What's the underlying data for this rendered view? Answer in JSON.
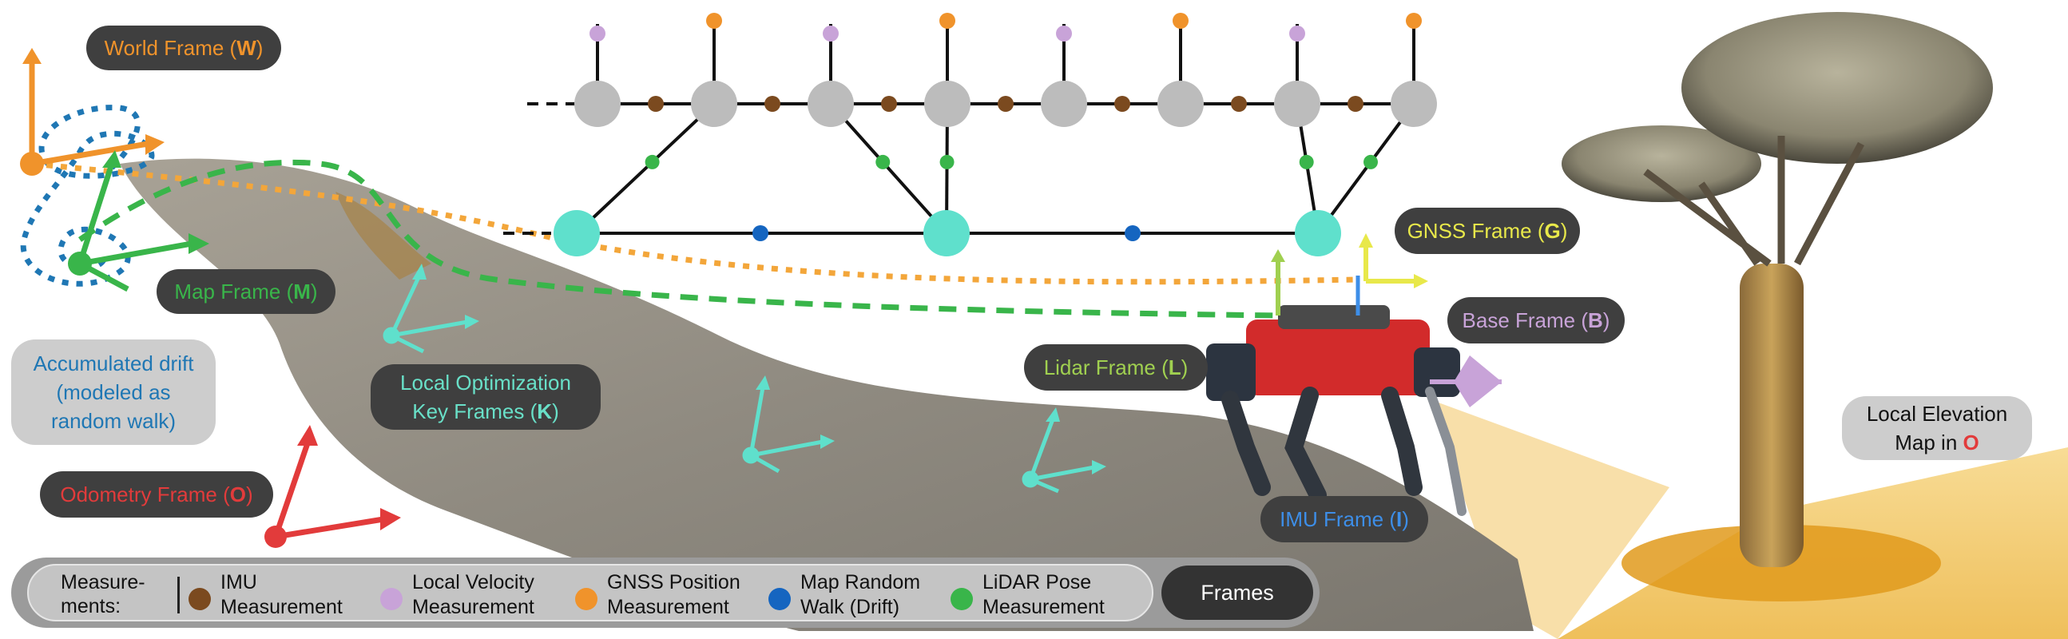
{
  "labels": {
    "world": {
      "prefix": "World Frame (",
      "key": "W",
      "suffix": ")",
      "color": "#f0932b",
      "key_color": "#f0932b"
    },
    "map": {
      "prefix": "Map Frame (",
      "key": "M",
      "suffix": ")",
      "color": "#39b54a",
      "key_color": "#39b54a"
    },
    "drift": {
      "line1": "Accumulated drift",
      "line2": "(modeled as",
      "line3": "random walk)",
      "color": "#1f77b4"
    },
    "odom": {
      "prefix": "Odometry Frame (",
      "key": "O",
      "suffix": ")",
      "color": "#e23b3b",
      "key_color": "#e23b3b"
    },
    "keyframes": {
      "line1": "Local Optimization",
      "line2_prefix": "Key Frames (",
      "key": "K",
      "suffix": ")",
      "color": "#69e0c8"
    },
    "gnss": {
      "prefix": "GNSS Frame (",
      "key": "G",
      "suffix": ")",
      "color": "#e8e84a",
      "key_color": "#e8e84a"
    },
    "base": {
      "prefix": "Base Frame (",
      "key": "B",
      "suffix": ")",
      "color": "#c8a3d8",
      "key_color": "#c8a3d8"
    },
    "lidar": {
      "prefix": "Lidar Frame (",
      "key": "L",
      "suffix": ")",
      "color": "#a0d050",
      "key_color": "#a0d050"
    },
    "imu": {
      "prefix": "IMU Frame (",
      "key": "I",
      "suffix": ")",
      "color": "#3d8ee8",
      "key_color": "#3d8ee8"
    },
    "elevation": {
      "line1": "Local Elevation",
      "line2_prefix": "Map in ",
      "key": "O",
      "key_color": "#e23b3b"
    }
  },
  "legend": {
    "title": "Measure-\nments:",
    "items": [
      {
        "text": "IMU\nMeasurement",
        "color": "#7b4a1f"
      },
      {
        "text": "Local Velocity\nMeasurement",
        "color": "#c8a3d8"
      },
      {
        "text": "GNSS Position\nMeasurement",
        "color": "#f0932b"
      },
      {
        "text": "Map Random\nWalk (Drift)",
        "color": "#1565c0"
      },
      {
        "text": "LiDAR Pose\nMeasurement",
        "color": "#39b54a"
      }
    ],
    "frames_button": "Frames"
  },
  "colors": {
    "state_node": "#bcbcbc",
    "keyframe_node": "#5fe0cc",
    "imu_factor": "#7b4a1f",
    "velocity_factor": "#c8a3d8",
    "gnss_factor": "#f0932b",
    "drift_factor": "#1565c0",
    "lidar_factor": "#39b54a",
    "world_axis": "#f0932b",
    "map_axis": "#39b54a",
    "odom_axis": "#e23b3b",
    "keyframe_axis": "#5fe0cc",
    "gnss_axis": "#e8e84a",
    "drift_path": "#1f77b4"
  },
  "graph": {
    "state_count": 8,
    "keyframe_count": 3
  }
}
